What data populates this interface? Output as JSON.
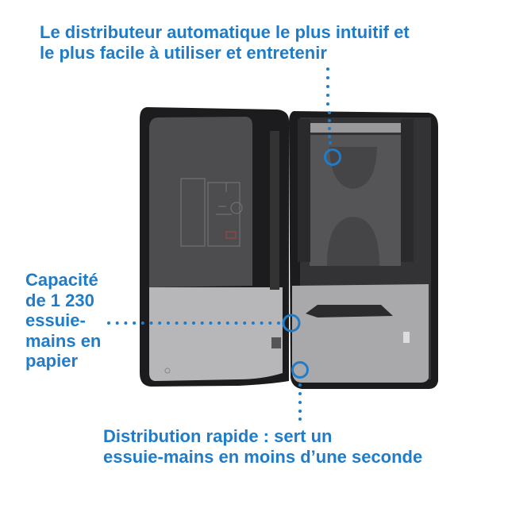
{
  "callouts": {
    "top": {
      "lines": [
        "Le distributeur automatique le plus intuitif et",
        "le plus facile à utiliser et entretenir"
      ]
    },
    "left": {
      "lines": [
        "Capacité",
        "de 1 230",
        "essuie-",
        "mains en",
        "papier"
      ]
    },
    "bottom": {
      "lines": [
        "Distribution rapide : sert un",
        "essuie-mains en moins d’une seconde"
      ]
    }
  },
  "colors": {
    "accent": "#1f7cc9",
    "housing": "#1c1c1e",
    "panel_dark": "#4a4a4c",
    "panel_light": "#b9b9bb"
  }
}
